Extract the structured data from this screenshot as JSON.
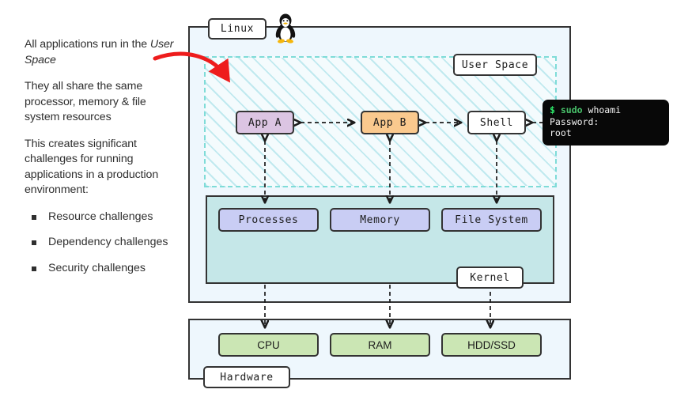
{
  "left_panel": {
    "paragraphs": [
      {
        "id": "p1",
        "prefix": "All applications run in the ",
        "emphasis": "User Space",
        "suffix": ""
      },
      {
        "id": "p2",
        "text": "They all share the same processor, memory & file system resources"
      },
      {
        "id": "p3",
        "text": "This creates significant challenges for running applications in a production environment:"
      }
    ],
    "bullets": [
      "Resource challenges",
      "Dependency challenges",
      "Security challenges"
    ]
  },
  "diagram": {
    "tags": {
      "linux": "Linux",
      "user_space": "User Space",
      "kernel": "Kernel",
      "hardware": "Hardware"
    },
    "user_space_nodes": [
      {
        "label": "App A",
        "color": "#dcc5e3"
      },
      {
        "label": "App B",
        "color": "#fac98e"
      },
      {
        "label": "Shell",
        "color": "#ffffff"
      }
    ],
    "kernel_nodes": [
      {
        "label": "Processes",
        "color": "#c9cdf4"
      },
      {
        "label": "Memory",
        "color": "#c9cdf4"
      },
      {
        "label": "File System",
        "color": "#c9cdf4"
      }
    ],
    "hardware_nodes": [
      {
        "label": "CPU",
        "color": "#cbe6b4"
      },
      {
        "label": "RAM",
        "color": "#cbe6b4"
      },
      {
        "label": "HDD/SSD",
        "color": "#cbe6b4"
      }
    ],
    "terminal": {
      "prompt": "$",
      "command": "sudo",
      "argument": "whoami",
      "line2": "Password:",
      "line3": "root",
      "background": "#080808",
      "prompt_color": "#2ee86a",
      "command_color": "#49c26b",
      "text_color": "#f2f2f2"
    },
    "icons": {
      "mascot": "tux-penguin-icon",
      "annotation_arrow": "red-curved-arrow-icon"
    },
    "colors": {
      "linux_background": "#eef7fd",
      "kernel_background": "#c5e7e8",
      "user_space_hatch": "#96dbe4",
      "border": "#333333",
      "annotation": "#ee1c1c"
    }
  }
}
